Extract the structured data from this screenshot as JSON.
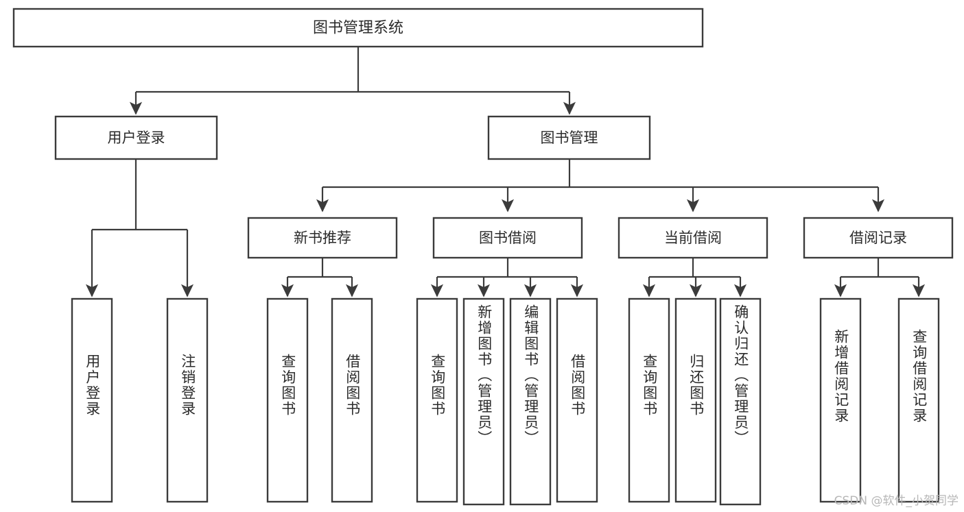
{
  "diagram": {
    "type": "tree",
    "title": "图书管理系统",
    "watermark": "CSDN @软件_小贺同学",
    "nodes": {
      "root": {
        "label": "图书管理系统"
      },
      "level1": [
        {
          "id": "user-login",
          "label": "用户登录"
        },
        {
          "id": "book-manage",
          "label": "图书管理"
        }
      ],
      "level2": [
        {
          "id": "new-book-recommend",
          "label": "新书推荐"
        },
        {
          "id": "book-borrow",
          "label": "图书借阅"
        },
        {
          "id": "current-borrow",
          "label": "当前借阅"
        },
        {
          "id": "borrow-record",
          "label": "借阅记录"
        }
      ],
      "leaves": {
        "user-login": [
          {
            "id": "leaf-user-login",
            "label": "用户登录"
          },
          {
            "id": "leaf-logout-login",
            "label": "注销登录"
          }
        ],
        "new-book-recommend": [
          {
            "id": "leaf-query-book-1",
            "label": "查询图书"
          },
          {
            "id": "leaf-borrow-book-1",
            "label": "借阅图书"
          }
        ],
        "book-borrow": [
          {
            "id": "leaf-query-book-2",
            "label": "查询图书"
          },
          {
            "id": "leaf-add-book",
            "label": "新增图书（管理员）"
          },
          {
            "id": "leaf-edit-book",
            "label": "编辑图书（管理员）"
          },
          {
            "id": "leaf-borrow-book-2",
            "label": "借阅图书"
          }
        ],
        "current-borrow": [
          {
            "id": "leaf-query-book-3",
            "label": "查询图书"
          },
          {
            "id": "leaf-return-book",
            "label": "归还图书"
          },
          {
            "id": "leaf-confirm-return",
            "label": "确认归还（管理员）"
          }
        ],
        "borrow-record": [
          {
            "id": "leaf-add-record",
            "label": "新增借阅记录"
          },
          {
            "id": "leaf-query-record",
            "label": "查询借阅记录"
          }
        ]
      }
    },
    "colors": {
      "box_stroke": "#3b3b3b",
      "box_fill": "#ffffff",
      "text": "#2b2b2b",
      "background": "#ffffff",
      "watermark": "#b7b7b7"
    }
  }
}
